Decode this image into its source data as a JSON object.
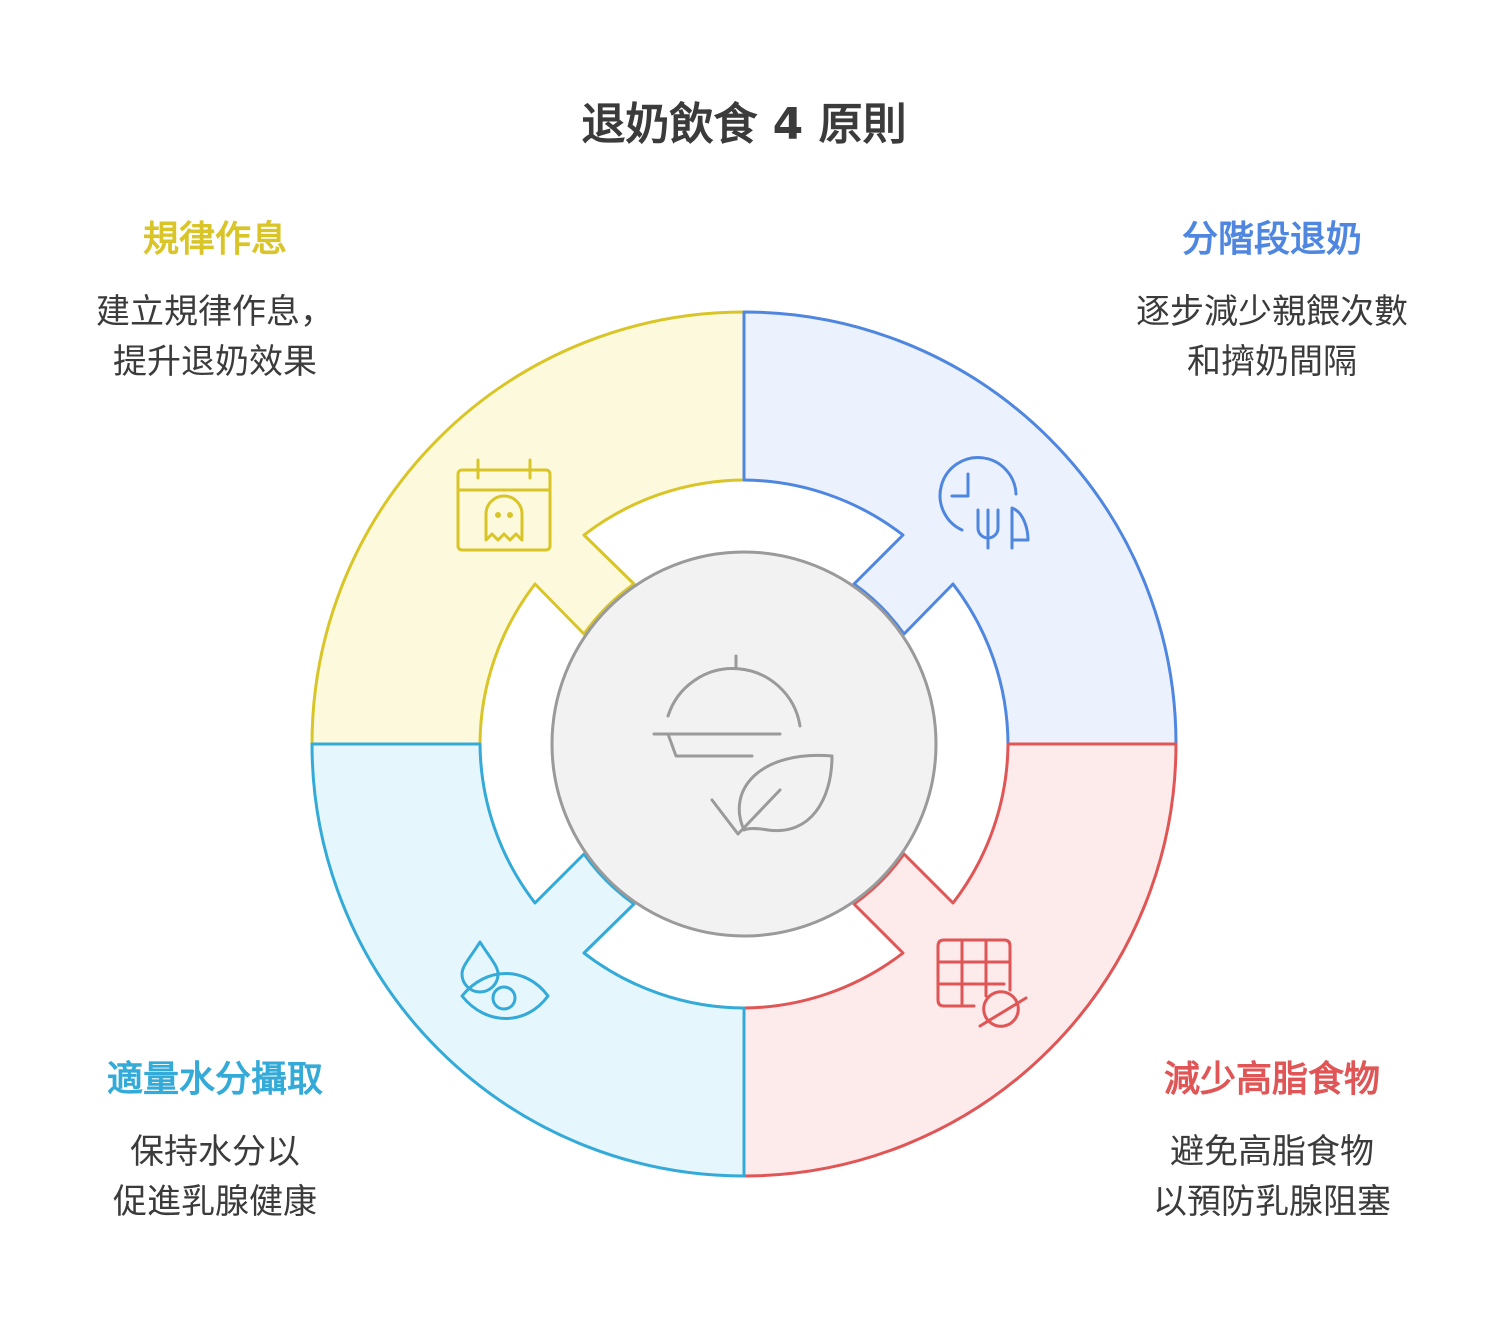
{
  "title": "退奶飲食 4 原則",
  "colors": {
    "yellow": "#d9c527",
    "yellow_fill": "#fdf9dc",
    "blue": "#4f86e0",
    "blue_fill": "#ebf2fd",
    "red": "#e05555",
    "red_fill": "#fdeaea",
    "cyan": "#33aad8",
    "cyan_fill": "#e6f6fd",
    "center_fill": "#f2f2f2",
    "center_stroke": "#9a9a9a",
    "text": "#3b3b3b"
  },
  "segments": {
    "top_left": {
      "heading": "規律作息",
      "lines": [
        "建立規律作息，",
        "提升退奶效果"
      ],
      "icon": "calendar-ghost-icon"
    },
    "top_right": {
      "heading": "分階段退奶",
      "lines": [
        "逐步減少親餵次數",
        "和擠奶間隔"
      ],
      "icon": "clock-utensils-icon"
    },
    "bottom_right": {
      "heading": "減少高脂食物",
      "lines": [
        "避免高脂食物",
        "以預防乳腺阻塞"
      ],
      "icon": "grid-no-fat-icon"
    },
    "bottom_left": {
      "heading": "適量水分攝取",
      "lines": [
        "保持水分以",
        "促進乳腺健康"
      ],
      "icon": "droplet-eye-icon"
    }
  },
  "center": {
    "icon": "dish-leaf-icon"
  }
}
